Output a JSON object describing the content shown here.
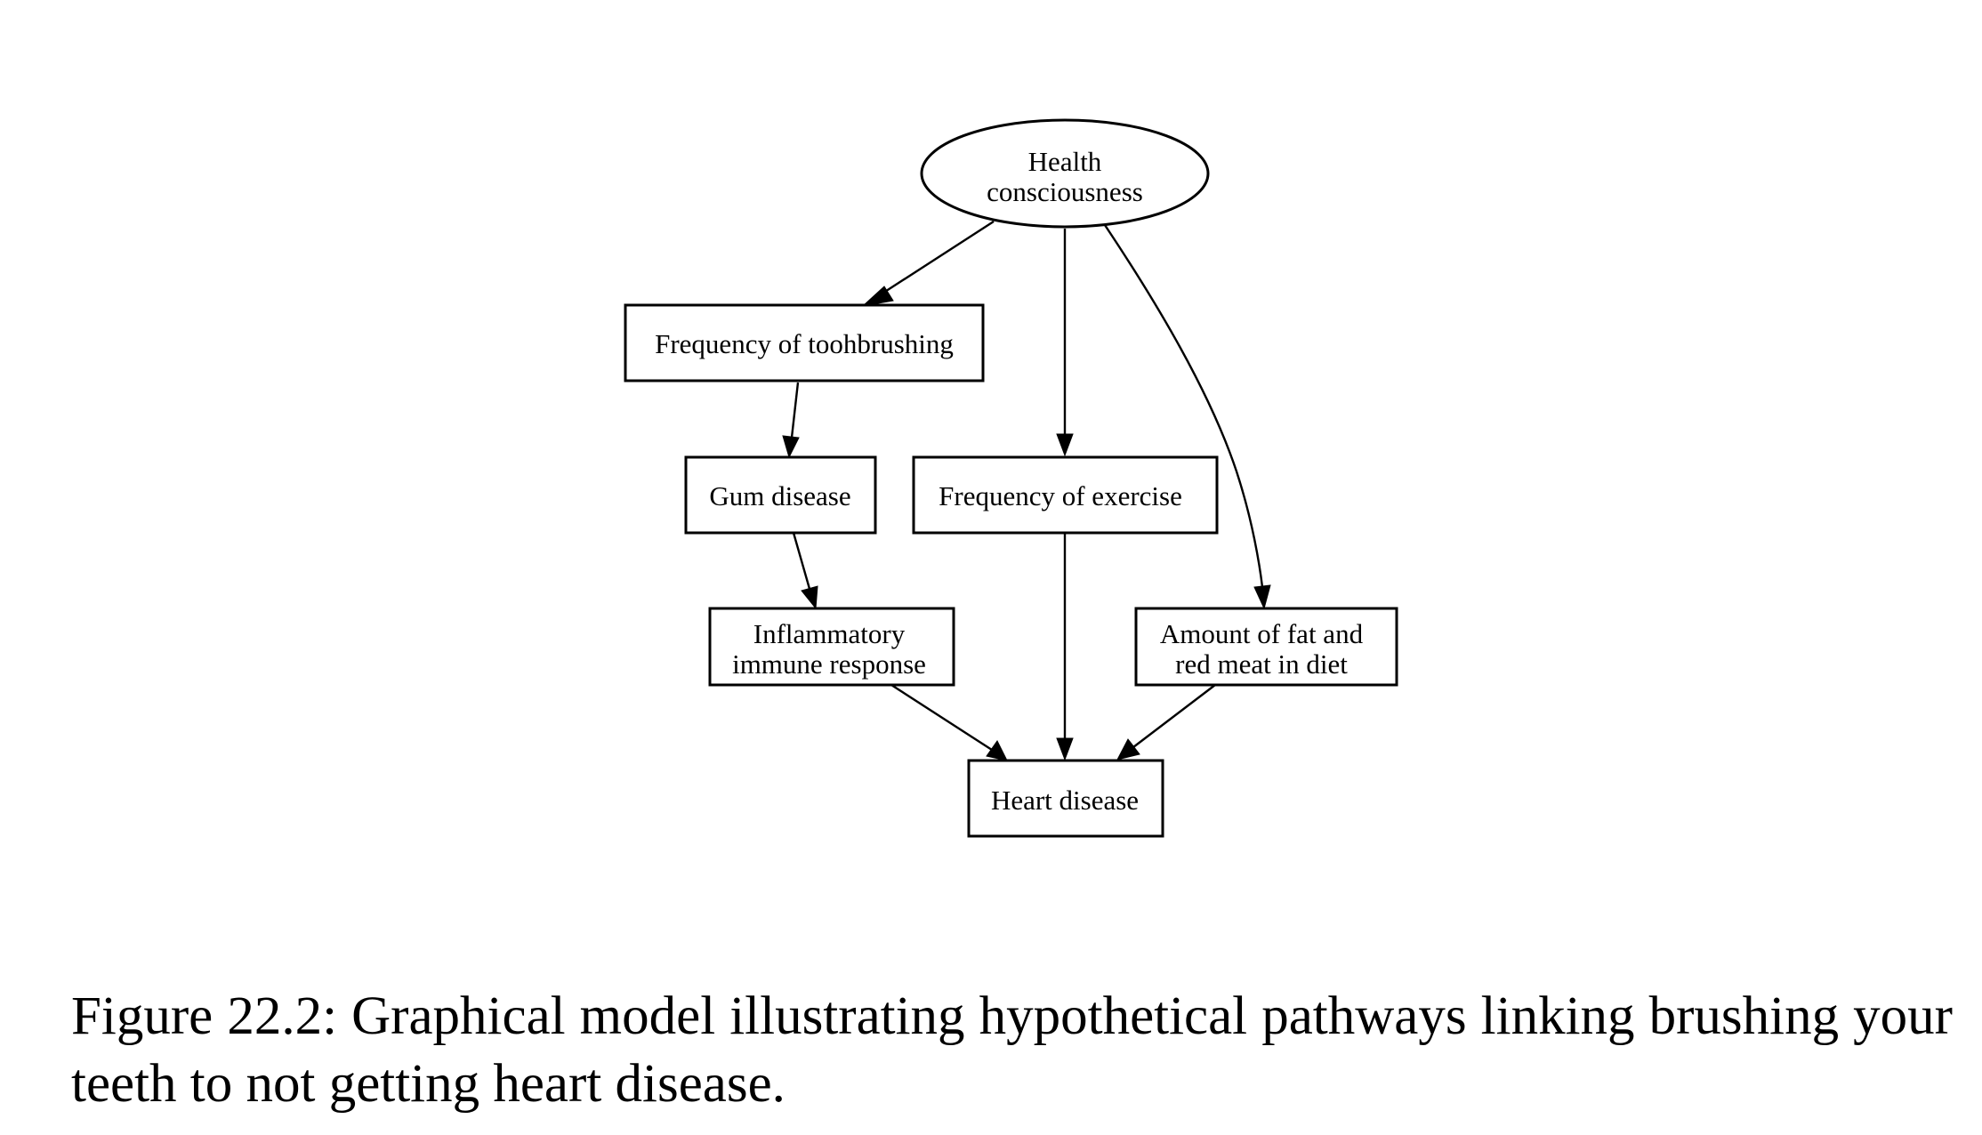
{
  "diagram": {
    "nodes": [
      {
        "id": "health",
        "shape": "ellipse",
        "lines": [
          "Health",
          "consciousness"
        ]
      },
      {
        "id": "brushing",
        "shape": "box",
        "lines": [
          "Frequency of toohbrushing"
        ]
      },
      {
        "id": "gum",
        "shape": "box",
        "lines": [
          "Gum disease"
        ]
      },
      {
        "id": "exercise",
        "shape": "box",
        "lines": [
          "Frequency of exercise"
        ]
      },
      {
        "id": "inflammatory",
        "shape": "box",
        "lines": [
          "Inflammatory",
          "immune response"
        ]
      },
      {
        "id": "fat",
        "shape": "box",
        "lines": [
          "Amount of fat and",
          "red meat in diet"
        ]
      },
      {
        "id": "heart",
        "shape": "box",
        "lines": [
          "Heart disease"
        ]
      }
    ],
    "edges": [
      {
        "from": "health",
        "to": "brushing"
      },
      {
        "from": "health",
        "to": "exercise"
      },
      {
        "from": "health",
        "to": "fat"
      },
      {
        "from": "brushing",
        "to": "gum"
      },
      {
        "from": "gum",
        "to": "inflammatory"
      },
      {
        "from": "inflammatory",
        "to": "heart"
      },
      {
        "from": "exercise",
        "to": "heart"
      },
      {
        "from": "fat",
        "to": "heart"
      }
    ]
  },
  "caption": {
    "text": "Figure 22.2: Graphical model illustrating hypothetical pathways linking brushing your teeth to not getting heart disease."
  }
}
